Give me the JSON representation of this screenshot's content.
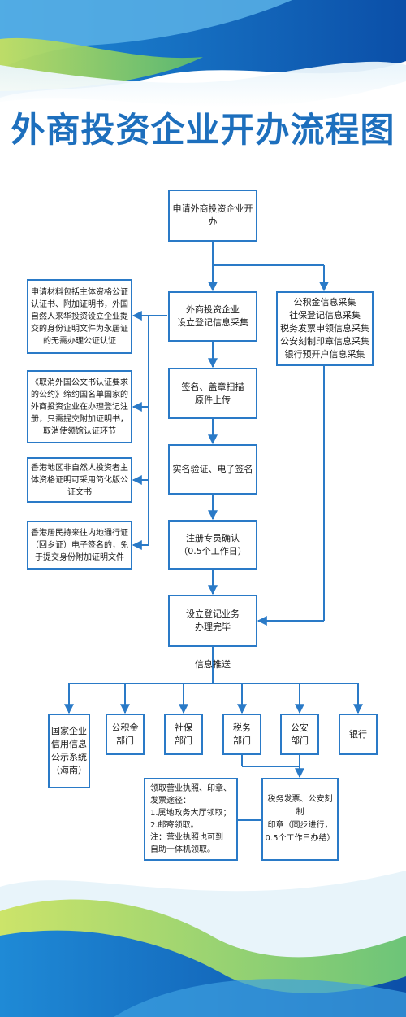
{
  "title": "外商投资企业开办流程图",
  "colors": {
    "line": "#2a7ac7",
    "title": "#1d6fbd",
    "box_border": "#2a7ac7"
  },
  "main_flow": [
    "申请外商投资企业开办",
    "外商投资企业\n设立登记信息采集",
    "签名、盖章扫描\n原件上传",
    "实名验证、电子签名",
    "注册专员确认\n（0.5个工作日）",
    "设立登记业务\n办理完毕"
  ],
  "parallel_box": "公积金信息采集\n社保登记信息采集\n税务发票申领信息采集\n公安刻制印章信息采集\n银行预开户信息采集",
  "notes": [
    "申请材料包括主体资格公证认证书、附加证明书，外国自然人来华投资设立企业提交的身份证明文件为永居证的无需办理公证认证",
    "《取消外国公文书认证要求的公约》缔约国名单国家的外商投资企业在办理登记注册，只需提交附加证明书，取消使领馆认证环节",
    "香港地区非自然人投资者主体资格证明可采用简化版公证文书",
    "香港居民持来往内地通行证（回乡证）电子签名的，免于提交身份附加证明文件"
  ],
  "push_label": "信息推送",
  "departments": [
    "国家企业\n信用信息\n公示系统\n（海南）",
    "公积金\n部门",
    "社保\n部门",
    "税务\n部门",
    "公安\n部门",
    "银行"
  ],
  "tax_police_box": "税务发票、公安刻制\n印章（同步进行，\n0.5个工作日办结）",
  "pickup_box": "领取营业执照、印章、\n发票途径：\n1.属地政务大厅领取；\n2.邮寄领取。\n注：营业执照也可到\n自助一体机领取。"
}
